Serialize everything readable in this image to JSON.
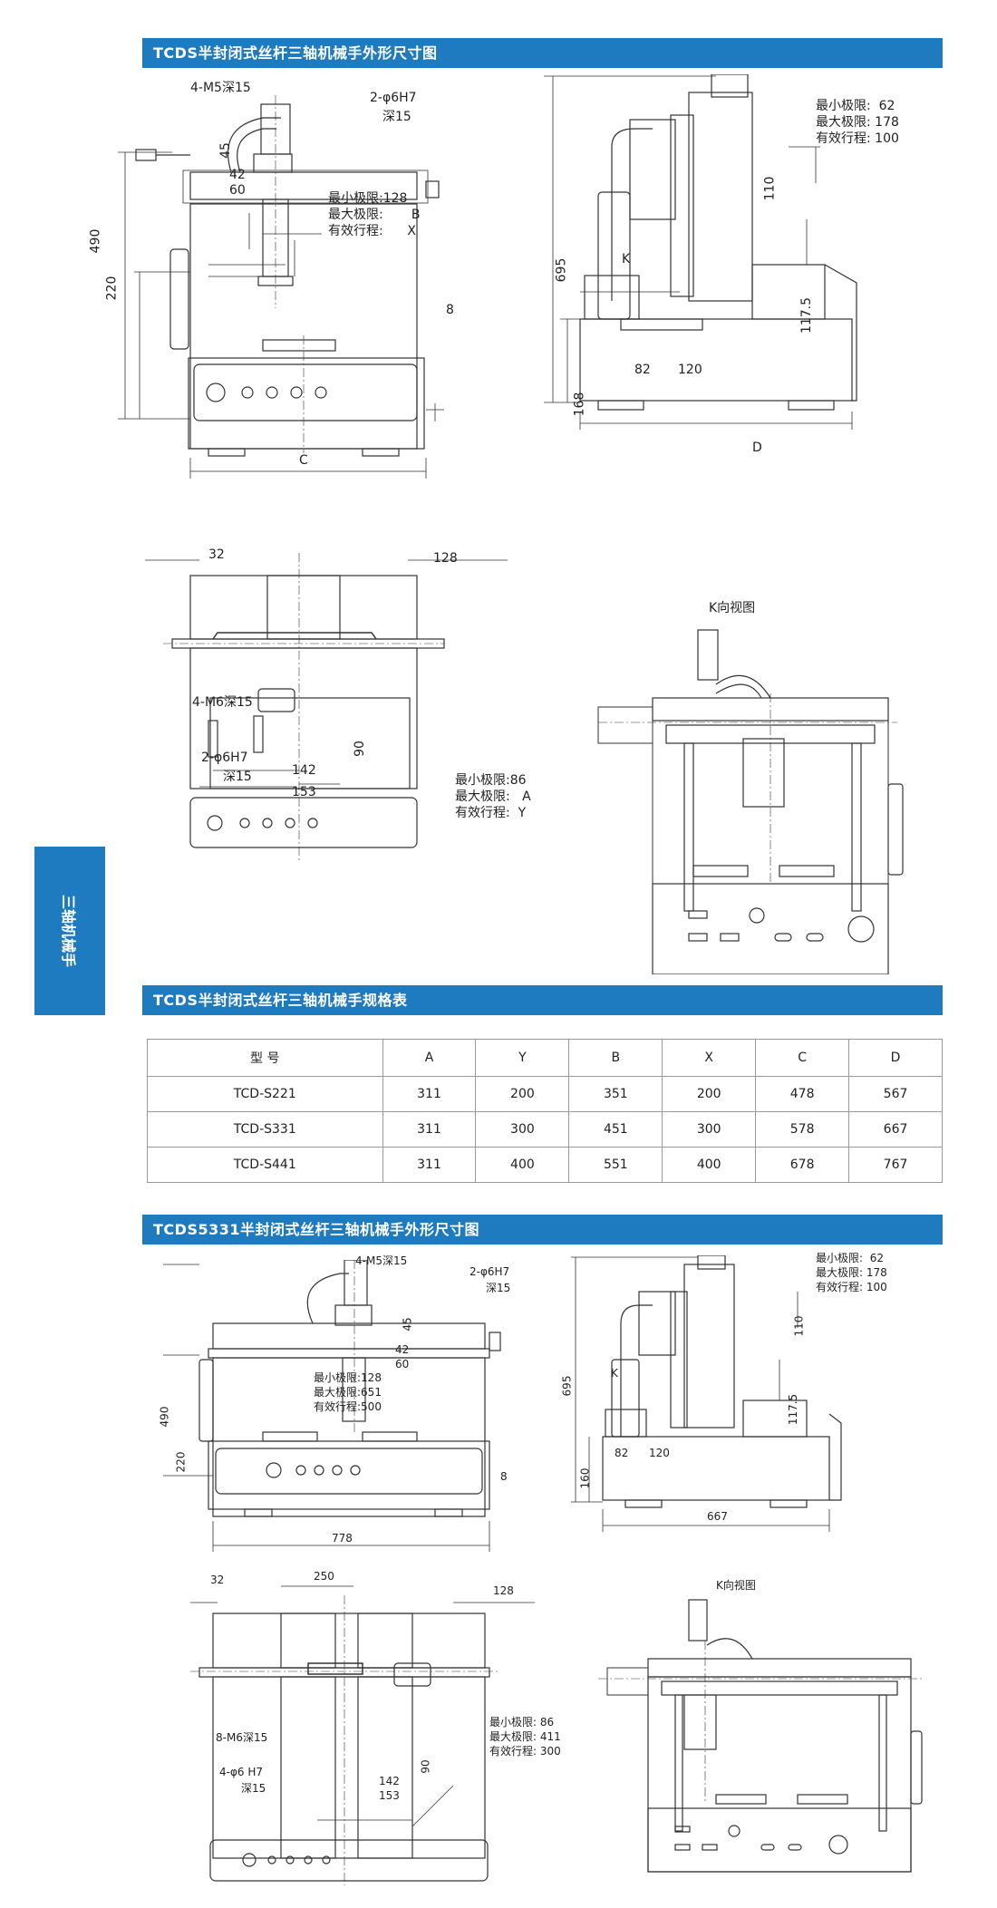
{
  "sections": {
    "s1_title": "TCDS半封闭式丝杆三轴机械手外形尺寸图",
    "s2_title": "TCDS半封闭式丝杆三轴机械手规格表",
    "s3_title": "TCDS5331半封闭式丝杆三轴机械手外形尺寸图"
  },
  "side_tab": "三轴机械手",
  "d1": {
    "hole1": "4-M5深15",
    "hole2": "2-φ6H7",
    "hole2b": "深15",
    "d45": "45",
    "d42": "42",
    "d60": "60",
    "min": "最小极限:128",
    "max": "最大极限:",
    "maxv": "B",
    "stroke": "有效行程:",
    "strokev": "X",
    "d490": "490",
    "d220": "220",
    "d8": "8",
    "c": "C"
  },
  "d2": {
    "min": "最小极限:",
    "minv": "62",
    "max": "最大极限:",
    "maxv": "178",
    "stroke": "有效行程:",
    "strokev": "100",
    "d110": "110",
    "d695": "695",
    "k": "K",
    "d1175": "117.5",
    "d82": "82",
    "d120": "120",
    "d168": "168",
    "d": "D"
  },
  "d3": {
    "d32": "32",
    "d128": "128",
    "hole1": "4-M6深15",
    "hole2": "2-φ6H7",
    "hole2b": "深15",
    "d90": "90",
    "d142": "142",
    "d153": "153",
    "min": "最小极限:86",
    "max": "最大极限:",
    "maxv": "A",
    "stroke": "有效行程:",
    "strokev": "Y"
  },
  "d4": {
    "title": "K向视图"
  },
  "table": {
    "headers": [
      "型  号",
      "A",
      "Y",
      "B",
      "X",
      "C",
      "D"
    ],
    "rows": [
      [
        "TCD-S221",
        "311",
        "200",
        "351",
        "200",
        "478",
        "567"
      ],
      [
        "TCD-S331",
        "311",
        "300",
        "451",
        "300",
        "578",
        "667"
      ],
      [
        "TCD-S441",
        "311",
        "400",
        "551",
        "400",
        "678",
        "767"
      ]
    ]
  },
  "d5": {
    "hole1": "4-M5深15",
    "hole2": "2-φ6H7",
    "hole2b": "深15",
    "d45": "45",
    "d42": "42",
    "d60": "60",
    "min": "最小极限:128",
    "max": "最大极限:651",
    "stroke": "有效行程:500",
    "d490": "490",
    "d220": "220",
    "d8": "8",
    "w": "778"
  },
  "d6": {
    "min": "最小极限:",
    "minv": "62",
    "max": "最大极限:",
    "maxv": "178",
    "stroke": "有效行程:",
    "strokev": "100",
    "d110": "110",
    "d695": "695",
    "k": "K",
    "d1175": "117.5",
    "d82": "82",
    "d120": "120",
    "d160": "160",
    "w": "667"
  },
  "d7": {
    "d32": "32",
    "d250": "250",
    "d128": "128",
    "hole1": "8-M6深15",
    "hole2": "4-φ6 H7",
    "hole2b": "深15",
    "d90": "90",
    "d142": "142",
    "d153": "153",
    "min": "最小极限: 86",
    "max": "最大极限: 411",
    "stroke": "有效行程: 300"
  },
  "d8": {
    "title": "K向视图"
  }
}
